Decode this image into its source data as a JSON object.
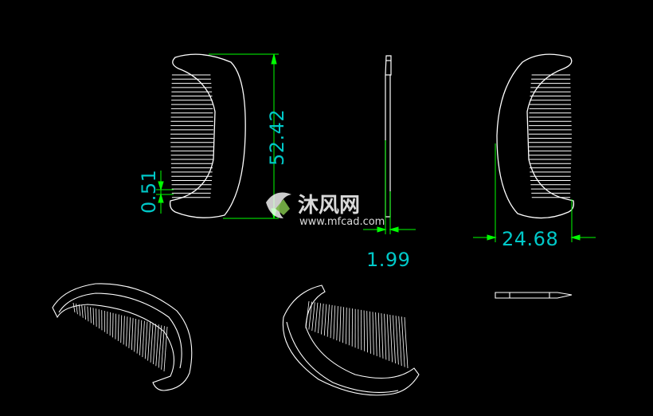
{
  "drawing": {
    "dimensions": {
      "height": "52.42",
      "tooth_gap": "0.51",
      "thickness": "1.99",
      "width": "24.68"
    },
    "watermark": {
      "brand_cn": "沐风网",
      "url": "www.mfcad.com"
    }
  },
  "colors": {
    "background": "#000000",
    "lines": "#ffffff",
    "dimension_lines": "#00ff00",
    "dimension_text": "#00c8c8"
  }
}
